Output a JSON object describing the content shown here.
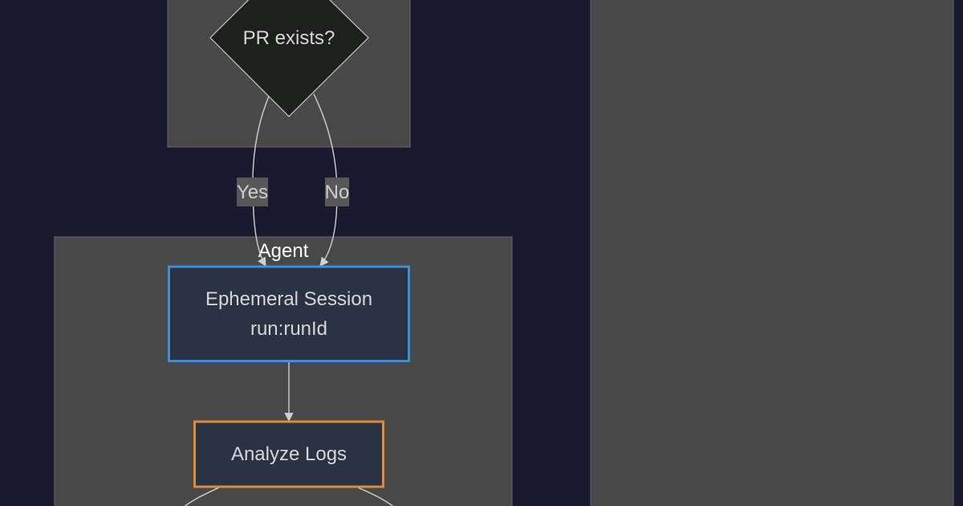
{
  "colors": {
    "background": "#1a1a2e",
    "cluster_fill": "#484848",
    "decision_fill": "#1e201e",
    "node_fill": "#2a3344",
    "session_border": "#3d8fd6",
    "analyze_border": "#e08a3c",
    "edge": "#d0d0d0"
  },
  "nodes": {
    "decision": {
      "label": "PR exists?"
    },
    "session": {
      "line1": "Ephemeral Session",
      "line2": "run:runId"
    },
    "analyze": {
      "label": "Analyze Logs"
    }
  },
  "edges": {
    "yes": {
      "label": "Yes"
    },
    "no": {
      "label": "No"
    }
  },
  "clusters": {
    "agent": {
      "title": "Agent"
    }
  }
}
